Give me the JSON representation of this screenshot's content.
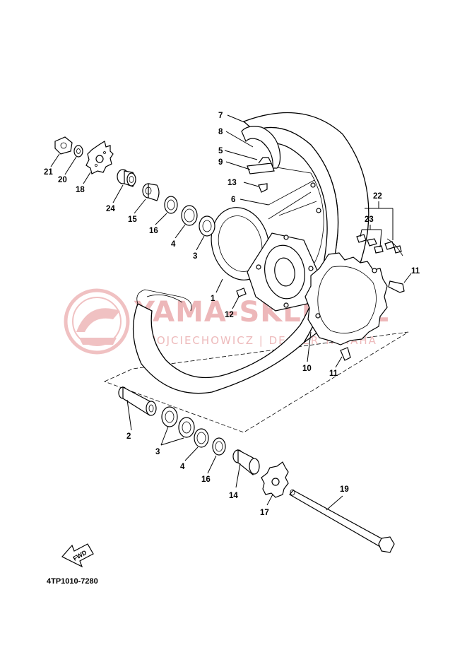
{
  "diagram": {
    "code": "4TP1010-7280",
    "fwd_label": "FWD",
    "watermark": {
      "brand": "YAMA-SKLEP.PL",
      "subtitle": "WOJCIECHOWICZ | DEALER YAMAHA"
    },
    "callouts": [
      "1",
      "2",
      "3",
      "3",
      "4",
      "4",
      "5",
      "6",
      "7",
      "8",
      "9",
      "10",
      "11",
      "11",
      "12",
      "13",
      "14",
      "15",
      "16",
      "16",
      "17",
      "18",
      "19",
      "20",
      "21",
      "22",
      "23",
      "24"
    ]
  }
}
